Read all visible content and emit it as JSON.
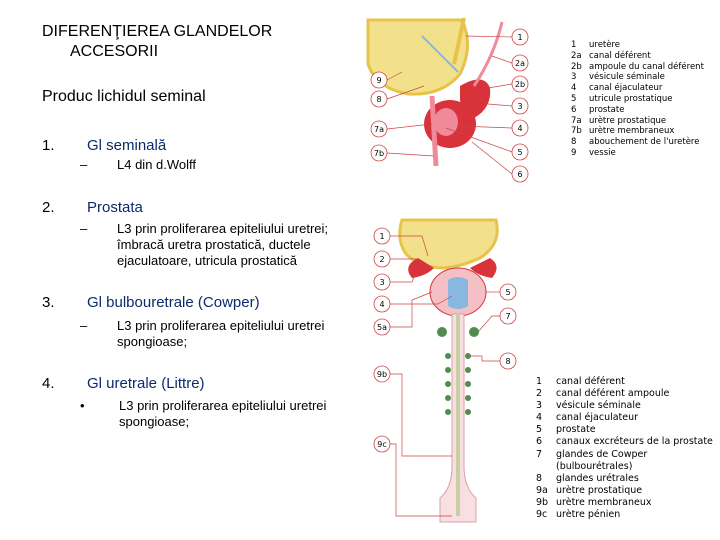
{
  "title": {
    "line1": "DIFERENŢIEREA GLANDELOR",
    "line2": "ACCESORII"
  },
  "subtitle": "Produc lichidul seminal",
  "items": [
    {
      "num": "1.",
      "heading": "Gl seminală",
      "bullet": "–",
      "text": "L4 din d.Wolff"
    },
    {
      "num": "2.",
      "heading": "Prostata",
      "bullet": "–",
      "text_lines": [
        "L3 prin proliferarea epiteliului uretrei;",
        "îmbracă uretra prostatică, ductele",
        "ejaculatoare, utricula prostatică"
      ]
    },
    {
      "num": "3.",
      "heading": "Gl bulbouretrale (Cowper)",
      "bullet": "–",
      "text_lines": [
        "L3 prin proliferarea epiteliului uretrei",
        "spongioase;"
      ]
    },
    {
      "num": "4.",
      "heading": "Gl uretrale (Littre)",
      "bullet": "•",
      "text_lines": [
        "L3 prin proliferarea epiteliului uretrei",
        "spongioase;"
      ]
    }
  ],
  "legend_top": [
    {
      "key": "1",
      "label": "uretère"
    },
    {
      "key": "2a",
      "label": "canal déférent"
    },
    {
      "key": "2b",
      "label": "ampoule du canal déférent"
    },
    {
      "key": "3",
      "label": "vésicule séminale"
    },
    {
      "key": "4",
      "label": "canal éjaculateur"
    },
    {
      "key": "5",
      "label": "utricule prostatique"
    },
    {
      "key": "6",
      "label": "prostate"
    },
    {
      "key": "7a",
      "label": "urètre prostatique"
    },
    {
      "key": "7b",
      "label": "urètre membraneux"
    },
    {
      "key": "8",
      "label": "abouchement de l'uretère"
    },
    {
      "key": "9",
      "label": "vessie"
    }
  ],
  "legend_bottom": [
    {
      "key": "1",
      "label": "canal déférent"
    },
    {
      "key": "2",
      "label": "canal déférent ampoule"
    },
    {
      "key": "3",
      "label": "vésicule séminale"
    },
    {
      "key": "4",
      "label": "canal éjaculateur"
    },
    {
      "key": "5",
      "label": "prostate"
    },
    {
      "key": "6",
      "label": "canaux excréteurs de la prostate"
    },
    {
      "key": "7",
      "label": "glandes de Cowper"
    },
    {
      "key": "",
      "label": "(bulbourétrales)"
    },
    {
      "key": "8",
      "label": "glandes urétrales"
    },
    {
      "key": "9a",
      "label": "urètre prostatique"
    },
    {
      "key": "9b",
      "label": "urètre membraneux"
    },
    {
      "key": "9c",
      "label": "urètre pénien"
    }
  ],
  "diagram_top_labels": {
    "left": [
      "9",
      "8",
      "7a",
      "7b"
    ],
    "right": [
      "1",
      "2a",
      "2b",
      "3",
      "4",
      "5",
      "6"
    ]
  },
  "diagram_bottom_labels": {
    "left": [
      "1",
      "2",
      "3",
      "4",
      "5a",
      "9b",
      "9c"
    ],
    "right": [
      "5",
      "7",
      "8"
    ]
  },
  "colors": {
    "bladder": "#f2e08a",
    "organ_red": "#d8323a",
    "organ_pink": "#f08a9a",
    "duct_blue": "#88b8e0",
    "gland_green": "#4f8e4f",
    "outline_yellow": "#e8c34a"
  }
}
